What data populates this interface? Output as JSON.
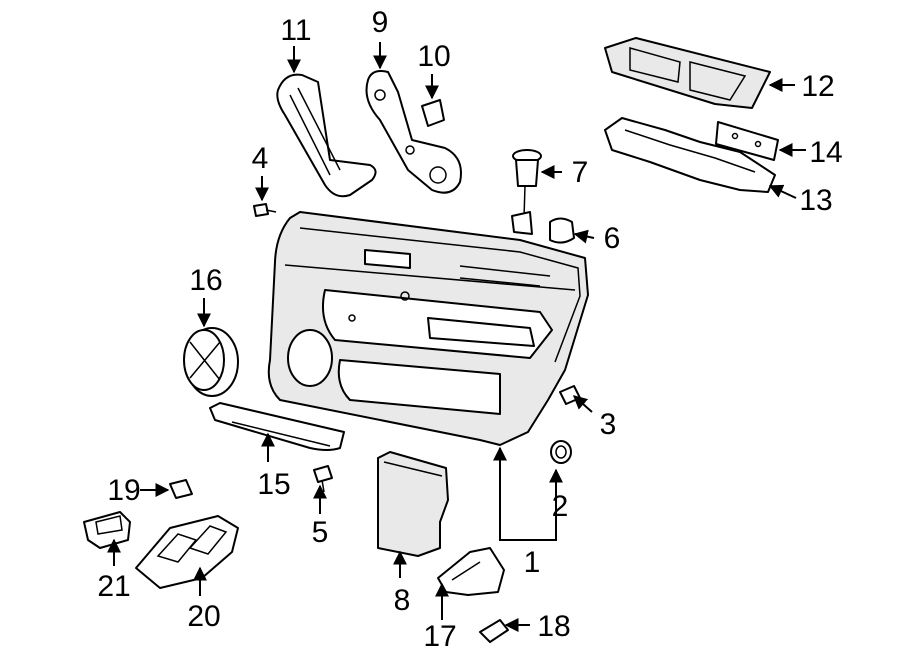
{
  "diagram": {
    "callouts": [
      {
        "id": "1",
        "text": "1"
      },
      {
        "id": "2",
        "text": "2"
      },
      {
        "id": "3",
        "text": "3"
      },
      {
        "id": "4",
        "text": "4"
      },
      {
        "id": "5",
        "text": "5"
      },
      {
        "id": "6",
        "text": "6"
      },
      {
        "id": "7",
        "text": "7"
      },
      {
        "id": "8",
        "text": "8"
      },
      {
        "id": "9",
        "text": "9"
      },
      {
        "id": "10",
        "text": "10"
      },
      {
        "id": "11",
        "text": "11"
      },
      {
        "id": "12",
        "text": "12"
      },
      {
        "id": "13",
        "text": "13"
      },
      {
        "id": "14",
        "text": "14"
      },
      {
        "id": "15",
        "text": "15"
      },
      {
        "id": "16",
        "text": "16"
      },
      {
        "id": "17",
        "text": "17"
      },
      {
        "id": "18",
        "text": "18"
      },
      {
        "id": "19",
        "text": "19"
      },
      {
        "id": "20",
        "text": "20"
      },
      {
        "id": "21",
        "text": "21"
      }
    ]
  }
}
